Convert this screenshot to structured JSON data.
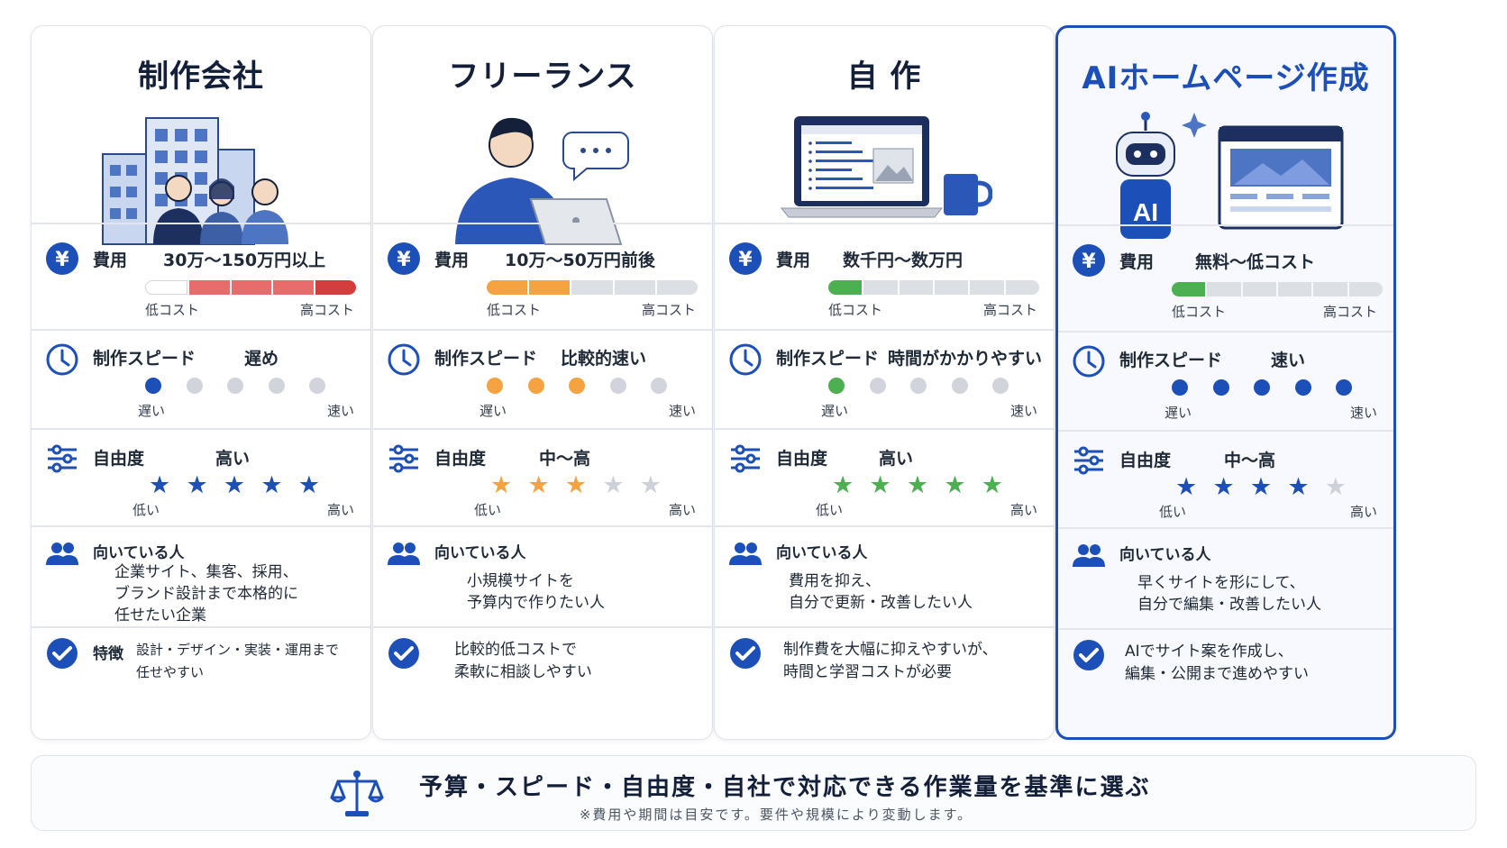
{
  "colors": {
    "primary_blue": "#1d4fb8",
    "red": "#e05050",
    "orange": "#f4a340",
    "green": "#4caf50",
    "gray": "#d1d5db"
  },
  "labels": {
    "cost": "費用",
    "speed": "制作スピード",
    "freedom": "自由度",
    "who": "向いている人",
    "feature": "特徴",
    "cost_low": "低コスト",
    "cost_high": "高コスト",
    "speed_low": "遅い",
    "speed_high": "速い",
    "freedom_low": "低い",
    "freedom_high": "高い"
  },
  "icons": [
    "yen-icon",
    "clock-icon",
    "sliders-icon",
    "people-icon",
    "check-circle-icon",
    "scales-icon"
  ],
  "cards": [
    {
      "title": "制作会社",
      "illustration": "office-building-team-icon",
      "cost_value": "30万〜150万円以上",
      "cost_level": 4,
      "cost_total": 5,
      "cost_color": "#e05050",
      "speed_value": "遅め",
      "speed_level": 1,
      "speed_color": "#1d4fb8",
      "freedom_value": "高い",
      "freedom_stars": 5,
      "star_color": "#1d4fb8",
      "who": "企業サイト、集客、採用、\nブランド設計まで本格的に\n任せたい企業",
      "feature": "設計・デザイン・実装・運用まで\n任せやすい"
    },
    {
      "title": "フリーランス",
      "illustration": "freelancer-laptop-icon",
      "cost_value": "10万〜50万円前後",
      "cost_level": 2,
      "cost_total": 5,
      "cost_color": "#f4a340",
      "speed_value": "比較的速い",
      "speed_level": 3,
      "speed_color": "#f4a340",
      "freedom_value": "中〜高",
      "freedom_stars": 3,
      "star_color": "#f4a340",
      "who": "小規模サイトを\n予算内で作りたい人",
      "feature": "比較的低コストで\n柔軟に相談しやすい"
    },
    {
      "title": "自 作",
      "illustration": "laptop-mug-icon",
      "cost_value": "数千円〜数万円",
      "cost_level": 1,
      "cost_total": 6,
      "cost_color": "#4caf50",
      "speed_value": "時間がかかりやすい",
      "speed_level": 1,
      "speed_color": "#4caf50",
      "freedom_value": "高い",
      "freedom_stars": 5,
      "star_color": "#4caf50",
      "who": "費用を抑え、\n自分で更新・改善したい人",
      "feature": "制作費を大幅に抑えやすいが、\n時間と学習コストが必要"
    },
    {
      "title": "AIホームページ作成",
      "illustration": "ai-robot-website-icon",
      "cost_value": "無料〜低コスト",
      "cost_level": 1,
      "cost_total": 6,
      "cost_color": "#4caf50",
      "speed_value": "速い",
      "speed_level": 5,
      "speed_color": "#1d4fb8",
      "freedom_value": "中〜高",
      "freedom_stars": 4,
      "star_color": "#1d4fb8",
      "who": "早くサイトを形にして、\n自分で編集・改善したい人",
      "feature": "AIでサイト案を作成し、\n編集・公開まで進めやすい"
    }
  ],
  "footer": {
    "main": "予算・スピード・自由度・自社で対応できる作業量を基準に選ぶ",
    "note": "※費用や期間は目安です。要件や規模により変動します。"
  }
}
